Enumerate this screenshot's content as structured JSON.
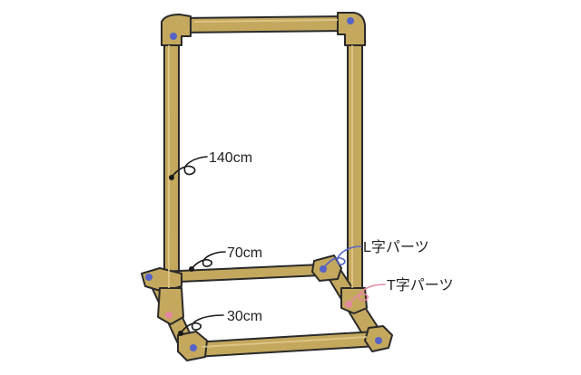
{
  "labels": {
    "length_140": "140cm",
    "length_70": "70cm",
    "length_30": "30cm",
    "l_part": "L字パーツ",
    "t_part": "T字パーツ"
  },
  "colors": {
    "pipe_fill": "#c4a85e",
    "pipe_outline": "#2a2a2a",
    "l_marker": "#5563c8",
    "t_marker": "#e4889f",
    "dim_marker": "#1a1a1a"
  }
}
